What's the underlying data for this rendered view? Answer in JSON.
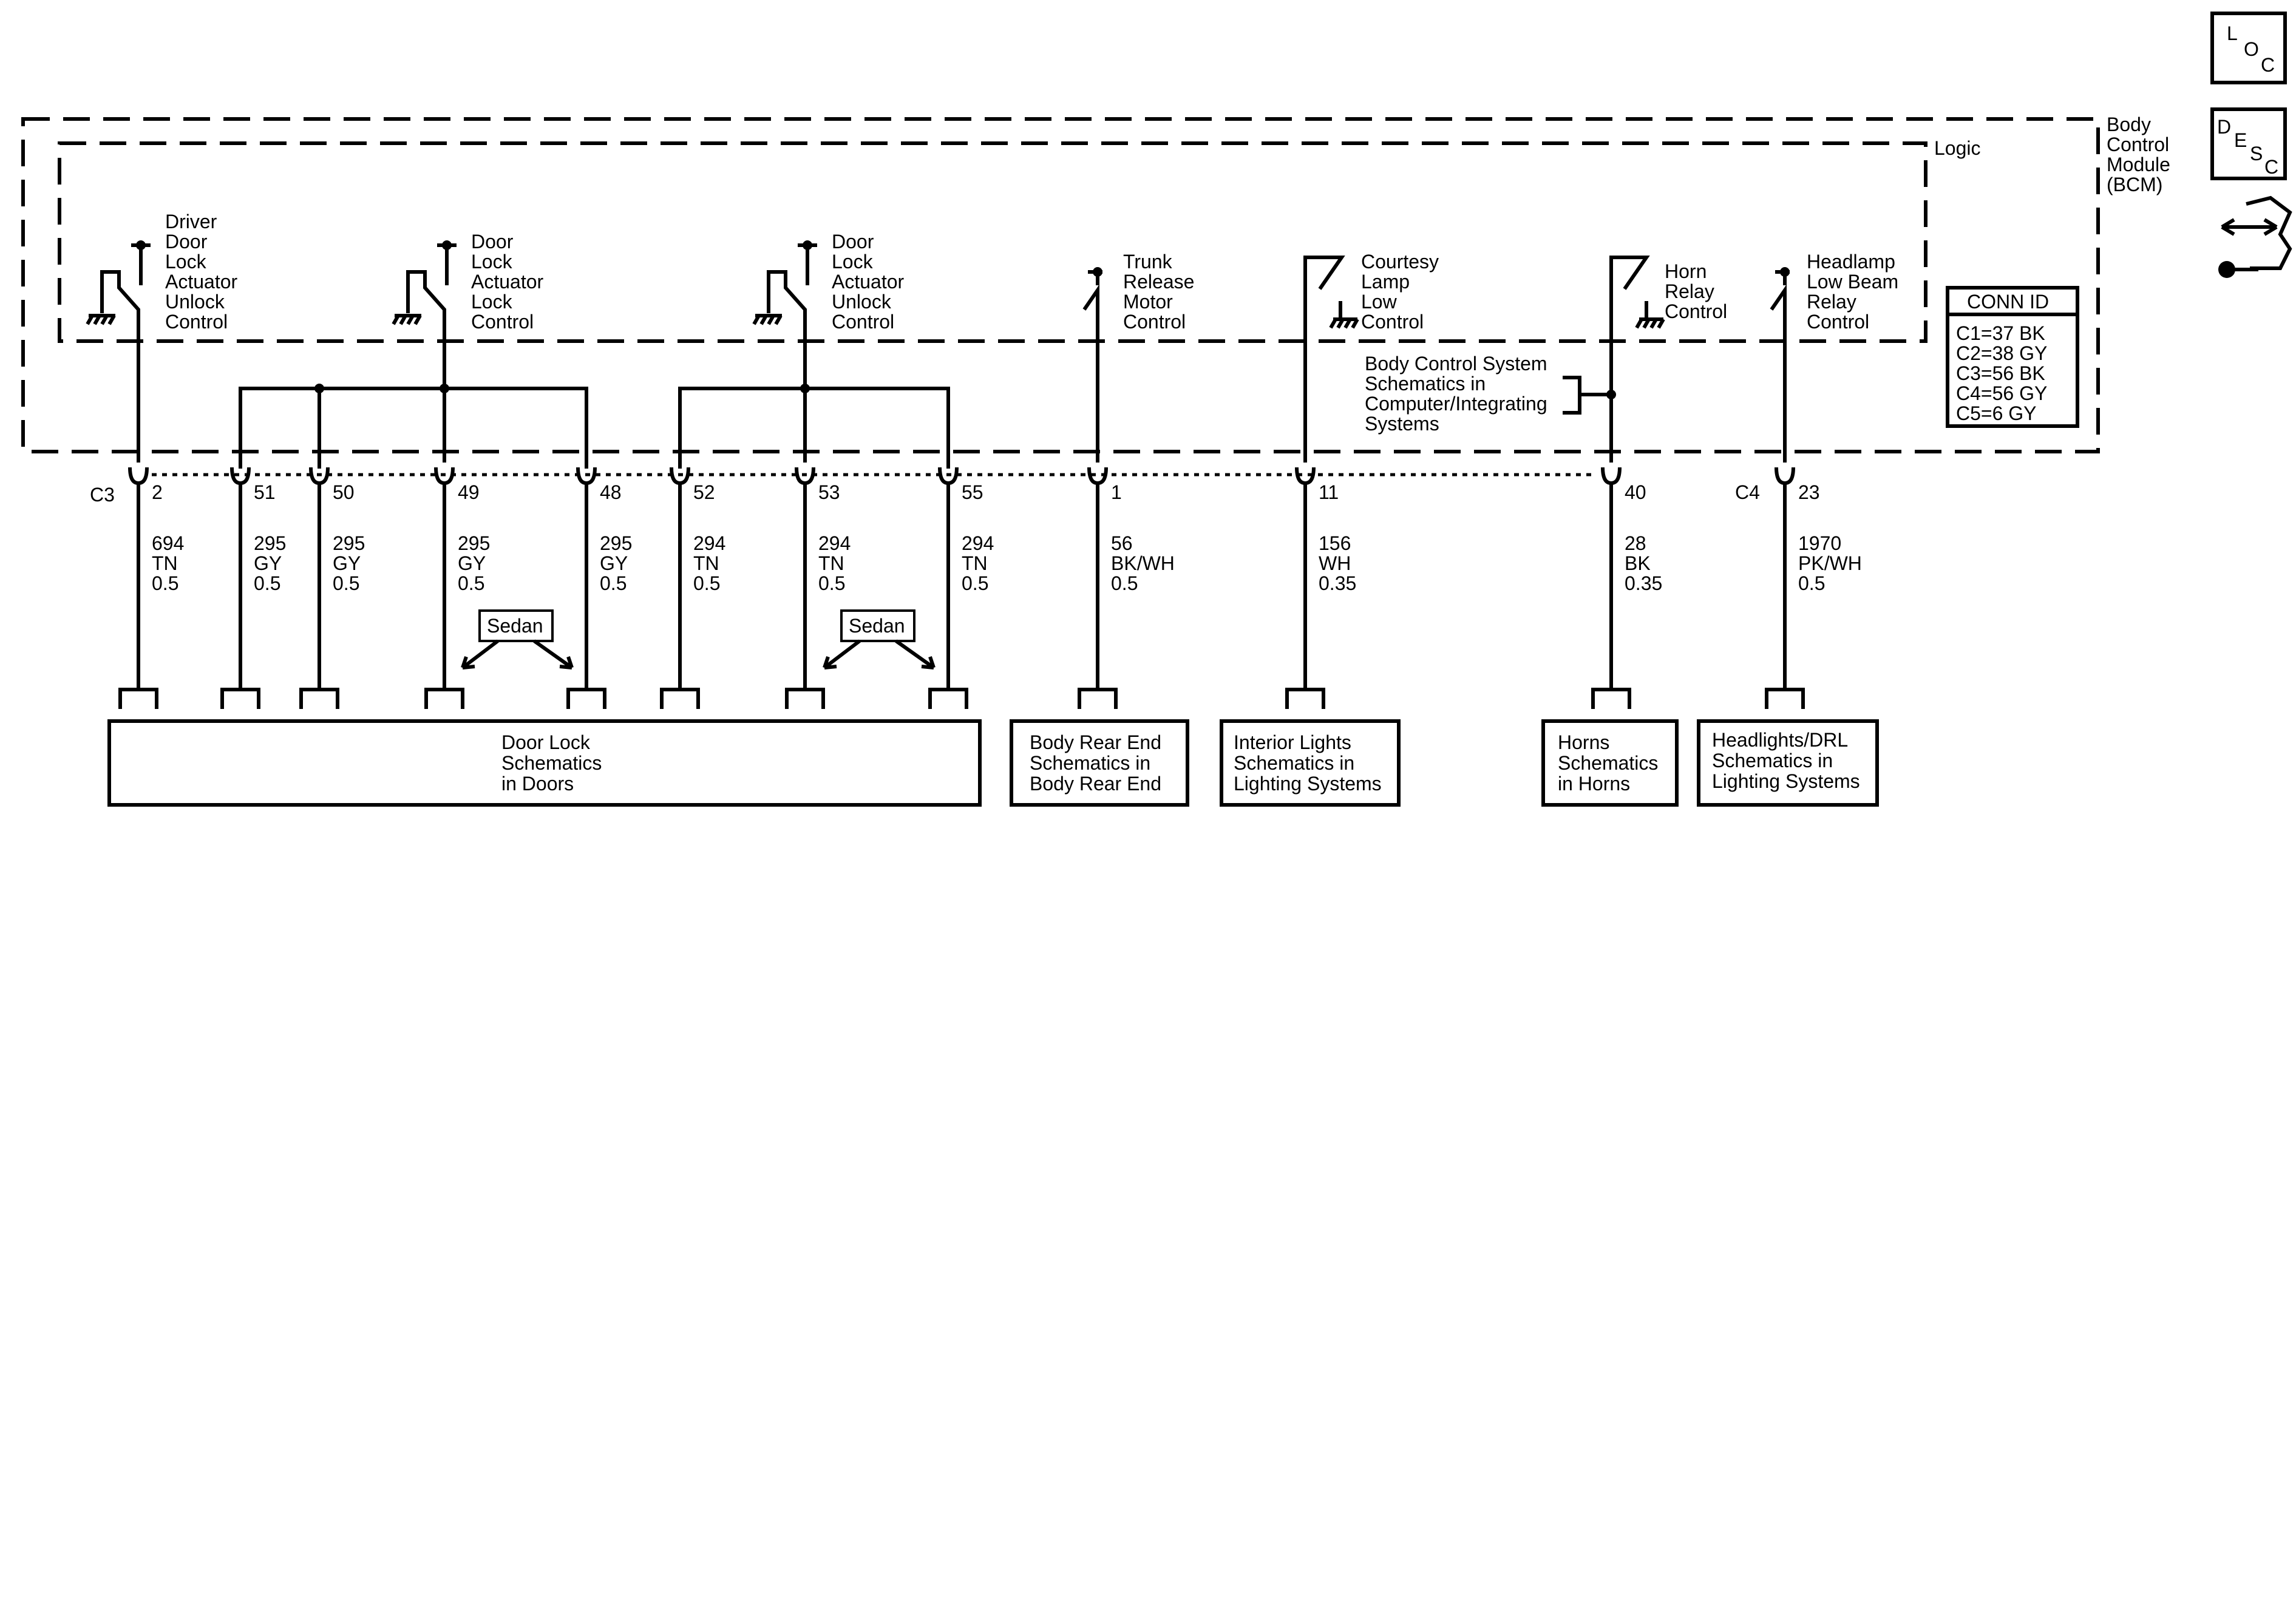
{
  "module": {
    "title_lines": [
      "Body",
      "Control",
      "Module",
      "(BCM)"
    ],
    "logic_label": "Logic"
  },
  "icons": {
    "loc": [
      "L",
      "O",
      "C"
    ],
    "desc": [
      "D",
      "E",
      "S",
      "C"
    ],
    "repair": "repair-procedure-icon"
  },
  "conn_id": {
    "header": "CONN ID",
    "rows": [
      "C1=37 BK",
      "C2=38 GY",
      "C3=56 BK",
      "C4=56 GY",
      "C5=6 GY"
    ]
  },
  "switches": [
    {
      "lines": [
        "Driver",
        "Door",
        "Lock",
        "Actuator",
        "Unlock",
        "Control"
      ]
    },
    {
      "lines": [
        "Door",
        "Lock",
        "Actuator",
        "Lock",
        "Control"
      ]
    },
    {
      "lines": [
        "Door",
        "Lock",
        "Actuator",
        "Unlock",
        "Control"
      ]
    },
    {
      "lines": [
        "Trunk",
        "Release",
        "Motor",
        "Control"
      ]
    },
    {
      "lines": [
        "Courtesy",
        "Lamp",
        "Low",
        "Control"
      ]
    },
    {
      "lines": [
        "Horn",
        "Relay",
        "Control"
      ]
    },
    {
      "lines": [
        "Headlamp",
        "Low Beam",
        "Relay",
        "Control"
      ]
    }
  ],
  "bracket_note": [
    "Body Control System",
    "Schematics in",
    "Computer/Integrating",
    "Systems"
  ],
  "connectors": {
    "c3": "C3",
    "c4": "C4"
  },
  "pins": [
    {
      "pin": "2",
      "circuit": "694",
      "color": "TN",
      "size": "0.5"
    },
    {
      "pin": "51",
      "circuit": "295",
      "color": "GY",
      "size": "0.5"
    },
    {
      "pin": "50",
      "circuit": "295",
      "color": "GY",
      "size": "0.5"
    },
    {
      "pin": "49",
      "circuit": "295",
      "color": "GY",
      "size": "0.5"
    },
    {
      "pin": "48",
      "circuit": "295",
      "color": "GY",
      "size": "0.5"
    },
    {
      "pin": "52",
      "circuit": "294",
      "color": "TN",
      "size": "0.5"
    },
    {
      "pin": "53",
      "circuit": "294",
      "color": "TN",
      "size": "0.5"
    },
    {
      "pin": "55",
      "circuit": "294",
      "color": "TN",
      "size": "0.5"
    },
    {
      "pin": "1",
      "circuit": "56",
      "color": "BK/WH",
      "size": "0.5"
    },
    {
      "pin": "11",
      "circuit": "156",
      "color": "WH",
      "size": "0.35"
    },
    {
      "pin": "40",
      "circuit": "28",
      "color": "BK",
      "size": "0.35"
    },
    {
      "pin": "23",
      "circuit": "1970",
      "color": "PK/WH",
      "size": "0.5"
    }
  ],
  "option_labels": [
    "Sedan",
    "Sedan"
  ],
  "destinations": [
    {
      "lines": [
        "Door Lock",
        "Schematics",
        "in Doors"
      ]
    },
    {
      "lines": [
        "Body Rear End",
        "Schematics in",
        "Body Rear End"
      ]
    },
    {
      "lines": [
        "Interior Lights",
        "Schematics in",
        "Lighting Systems"
      ]
    },
    {
      "lines": [
        "Horns",
        "Schematics",
        "in Horns"
      ]
    },
    {
      "lines": [
        "Headlights/DRL",
        "Schematics in",
        "Lighting Systems"
      ]
    }
  ]
}
